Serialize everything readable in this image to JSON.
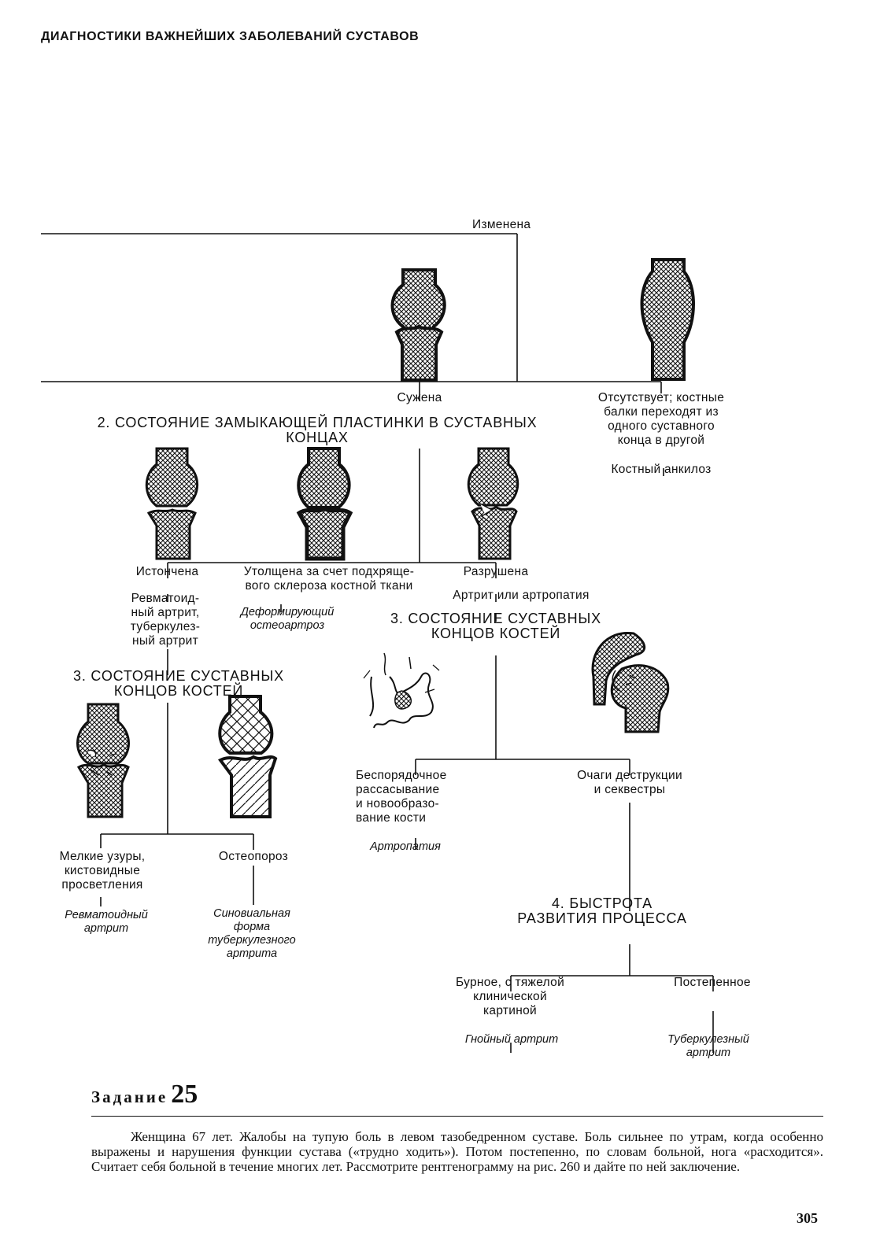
{
  "header": {
    "title": "ДИАГНОСТИКИ ВАЖНЕЙШИХ ЗАБОЛЕВАНИЙ СУСТАВОВ"
  },
  "flow": {
    "izmenena": "Изменена",
    "suzhena": "Сужена",
    "absent": "Отсутствует; костные\nбалки переходят из\nодного суставного\nконца в другой",
    "ankylosis": "Костный анкилоз",
    "heading2": "2. СОСТОЯНИЕ ЗАМЫКАЮЩЕЙ ПЛАСТИНКИ В СУСТАВНЫХ\nКОНЦАХ",
    "thinned": "Истончена",
    "thinned_dx": "Ревматоид-\nный артрит,\nтуберкулез-\nный артрит",
    "thickened": "Утолщена за счет подхряще-\nвого склероза костной ткани",
    "thickened_dx": "Деформирующий\nостеоартроз",
    "destroyed": "Разрушена",
    "destroyed_dx": "Артрит или артропатия",
    "heading3_right": "3. СОСТОЯНИЕ СУСТАВНЫХ\nКОНЦОВ КОСТЕЙ",
    "heading3_left": "3. СОСТОЯНИЕ СУСТАВНЫХ\nКОНЦОВ КОСТЕЙ",
    "chaotic": "Беспорядочное\nрассасывание\nи новообразо-\nвание кости",
    "chaotic_dx": "Артропатия",
    "foci": "Очаги деструкции\nи секвестры",
    "small_erosions": "Мелкие узуры,\nкистовидные\nпросветления",
    "small_erosions_dx": "Ревматоидный\nартрит",
    "osteoporosis": "Остеопороз",
    "osteoporosis_dx": "Синовиальная\nформа\nтуберкулезного\nартрита",
    "heading4": "4. БЫСТРОТА\nРАЗВИТИЯ ПРОЦЕССА",
    "rapid": "Бурное, с тяжелой\nклинической\nкартиной",
    "rapid_dx": "Гнойный артрит",
    "gradual": "Постепенное",
    "gradual_dx": "Туберкулезный\nартрит"
  },
  "task": {
    "label": "Задание",
    "number": "25",
    "text": "Женщина 67 лет. Жалобы на тупую боль в левом тазобедренном суставе. Боль сильнее по утрам, когда особенно выражены и нарушения функции сустава («трудно ходить»). Потом постепенно, по словам больной, нога «расходится». Считает себя больной в течение многих лет. Рассмотрите рентгенограмму на рис. 260 и дайте по ней заключение."
  },
  "page_number": "305"
}
